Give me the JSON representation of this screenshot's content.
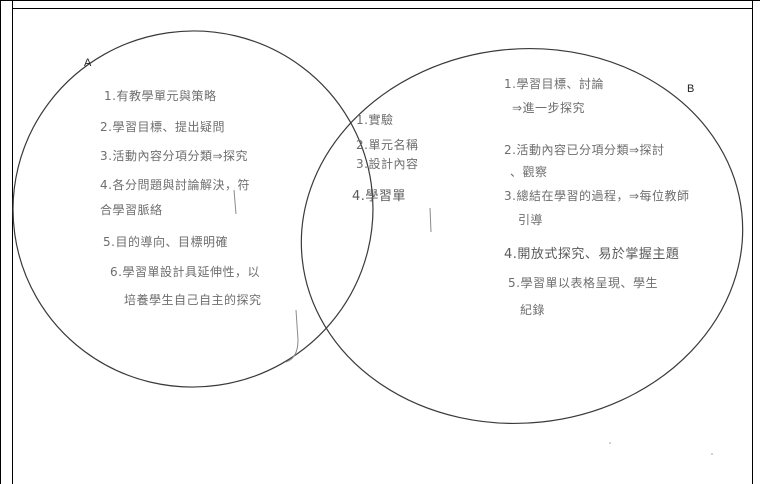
{
  "colors": {
    "ink": "#444444",
    "pencil": "#6e6e6e",
    "border": "#000000",
    "background": "#ffffff"
  },
  "venn": {
    "left_label": "A",
    "right_label": "B",
    "left_items": [
      "1.有教學單元與策略",
      "2.學習目標、提出疑問",
      "3.活動內容分項分類⇒探究",
      "4.各分問題與討論解決，符",
      "合學習脈絡",
      "5.目的導向、目標明確",
      "6.學習單設計具延伸性，以",
      "培養學生自己自主的探究"
    ],
    "overlap_items": [
      "1.實驗",
      "2.單元名稱",
      "3.設計內容",
      "4.學習單"
    ],
    "right_items": [
      "1.學習目標、討論",
      "⇒進一步探究",
      "2.活動內容已分項分類⇒探討",
      "、觀察",
      "3.總結在學習的過程，⇒每位教師",
      "引導",
      "4.開放式探究、易於掌握主題",
      "5.學習單以表格呈現、學生",
      "紀錄"
    ]
  }
}
